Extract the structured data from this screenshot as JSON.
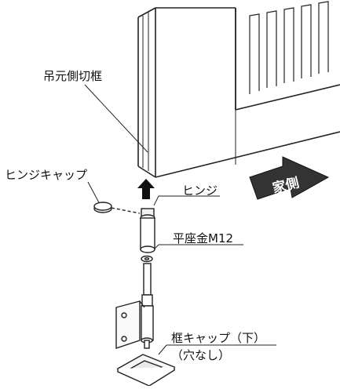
{
  "labels": {
    "frame_cut": "吊元側切框",
    "hinge_cap": "ヒンジキャップ",
    "hinge": "ヒンジ",
    "washer": "平座金M12",
    "frame_cap_line1": "框キャップ（下）",
    "frame_cap_line2": "（穴なし）",
    "house_side": "家側"
  }
}
